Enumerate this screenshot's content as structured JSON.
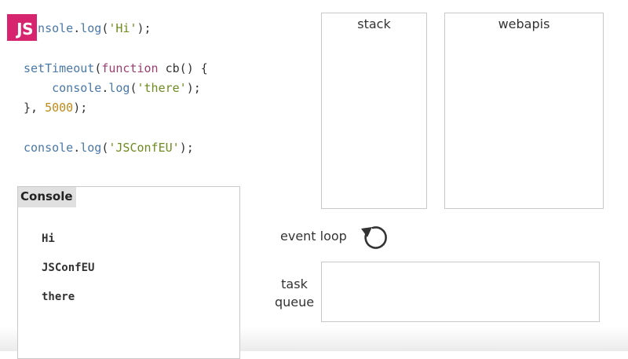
{
  "logo": {
    "text": "JS",
    "color": "#d6246e"
  },
  "code": {
    "lines": [
      [
        {
          "t": "id",
          "v": "console"
        },
        {
          "t": "p",
          "v": "."
        },
        {
          "t": "id",
          "v": "log"
        },
        {
          "t": "p",
          "v": "("
        },
        {
          "t": "str",
          "v": "'Hi'"
        },
        {
          "t": "p",
          "v": ");"
        }
      ],
      [],
      [
        {
          "t": "id",
          "v": "setTimeout"
        },
        {
          "t": "p",
          "v": "("
        },
        {
          "t": "kw",
          "v": "function"
        },
        {
          "t": "p",
          "v": " cb() {"
        }
      ],
      [
        {
          "t": "p",
          "v": "    "
        },
        {
          "t": "id",
          "v": "console"
        },
        {
          "t": "p",
          "v": "."
        },
        {
          "t": "id",
          "v": "log"
        },
        {
          "t": "p",
          "v": "("
        },
        {
          "t": "str",
          "v": "'there'"
        },
        {
          "t": "p",
          "v": ");"
        }
      ],
      [
        {
          "t": "p",
          "v": "}, "
        },
        {
          "t": "num",
          "v": "5000"
        },
        {
          "t": "p",
          "v": ");"
        }
      ],
      [],
      [
        {
          "t": "id",
          "v": "console"
        },
        {
          "t": "p",
          "v": "."
        },
        {
          "t": "id",
          "v": "log"
        },
        {
          "t": "p",
          "v": "("
        },
        {
          "t": "str",
          "v": "'JSConfEU'"
        },
        {
          "t": "p",
          "v": ");"
        }
      ]
    ]
  },
  "stack": {
    "title": "stack"
  },
  "webapis": {
    "title": "webapis"
  },
  "console": {
    "title": "Console",
    "output": [
      "Hi",
      "JSConfEU",
      "there"
    ]
  },
  "event_loop": {
    "label": "event loop",
    "icon": "refresh-cycle-icon"
  },
  "task_queue": {
    "label_line1": "task",
    "label_line2": "queue"
  }
}
